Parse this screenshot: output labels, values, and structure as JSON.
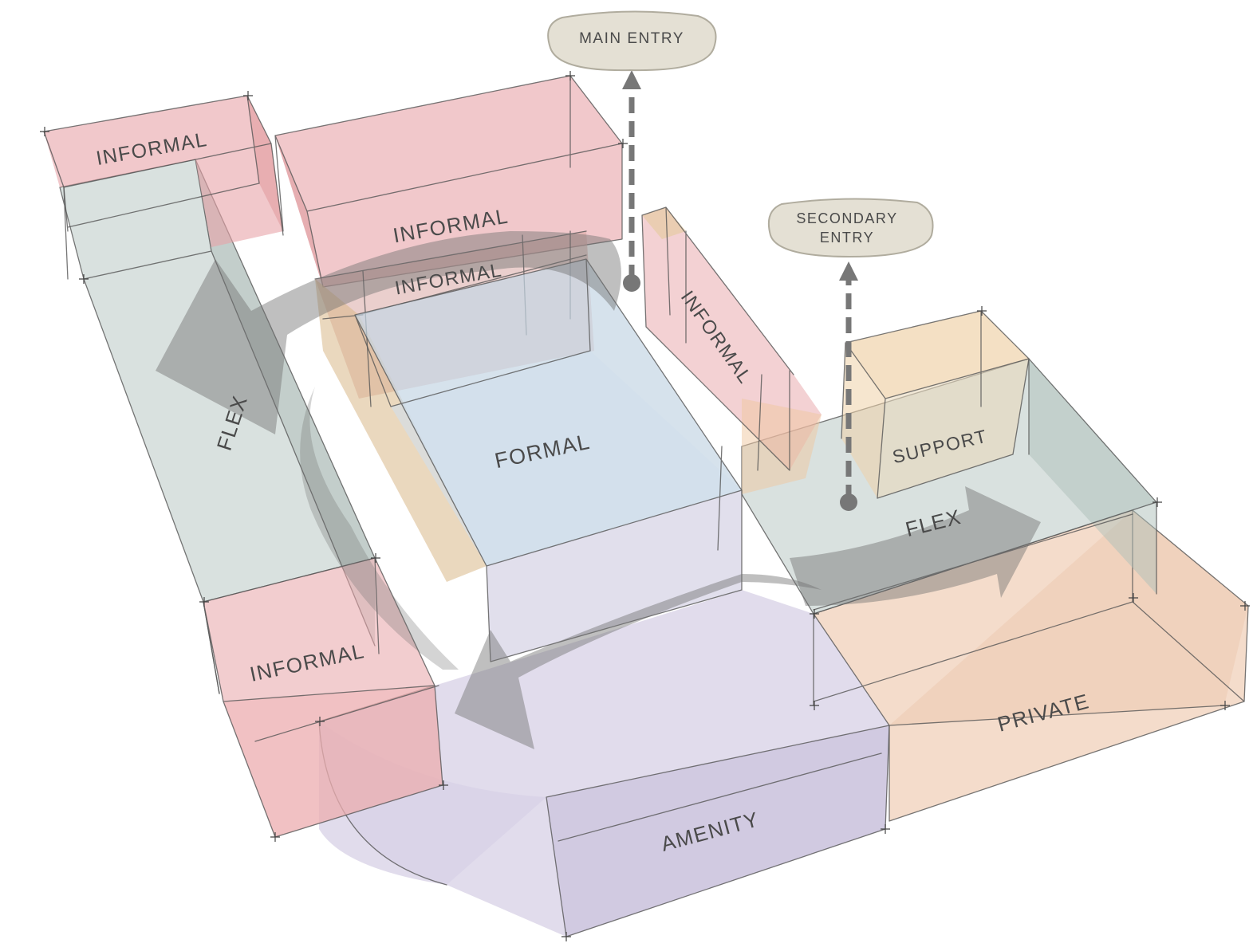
{
  "colors": {
    "informal": "#e8a4a8",
    "flex": "#b9c8c4",
    "formal": "#c4d6e4",
    "support": "#f0d6b0",
    "private": "#ecc4a8",
    "amenity": "#c8c0dc",
    "gold": "#d8b888",
    "arrow": "#707070",
    "bubble_fill": "#e4e0d4",
    "bubble_stroke": "#b0ac9e"
  },
  "entries": {
    "main": {
      "line1": "MAIN ENTRY"
    },
    "secondary": {
      "line1": "SECONDARY",
      "line2": "ENTRY"
    }
  },
  "zones": {
    "informal_top_left": "INFORMAL",
    "informal_top_center": "INFORMAL",
    "informal_inner": "INFORMAL",
    "informal_right": "INFORMAL",
    "informal_bottom_left": "INFORMAL",
    "flex_left": "FLEX",
    "flex_right": "FLEX",
    "formal": "FORMAL",
    "support": "SUPPORT",
    "private": "PRIVATE",
    "amenity": "AMENITY"
  },
  "icons": {
    "entry_arrow": "dashed-up-arrow-icon",
    "circulation_arrow": "thick-arrow-icon"
  }
}
